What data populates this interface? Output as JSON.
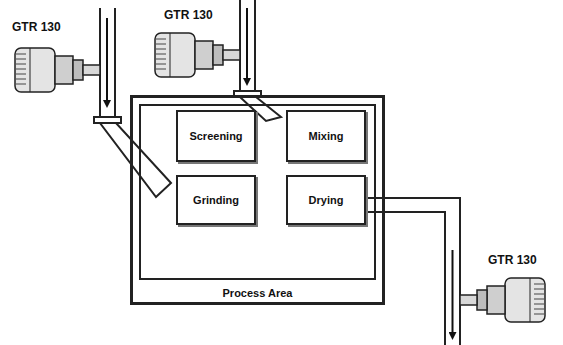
{
  "diagram": {
    "nodes": [
      {
        "text": [
          "Process Area"
        ]
      },
      {
        "text": [
          "Screening"
        ],
        "in": 0
      },
      {
        "text": [
          "Mixing"
        ],
        "in": 0
      },
      {
        "text": [
          "Grinding"
        ],
        "in": 0
      },
      {
        "text": [
          "Drying"
        ],
        "in": 0
      }
    ],
    "labels": [
      "GTR 130",
      "GTR 130",
      "GTR 130"
    ]
  }
}
